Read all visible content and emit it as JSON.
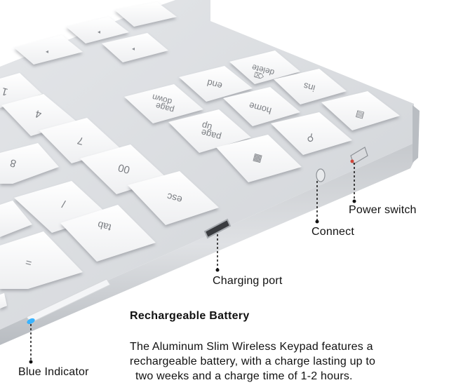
{
  "product": {
    "keys": {
      "delete": "delete",
      "end": "end",
      "ins": "ins",
      "page_down_line1": "page",
      "page_down_line2": "down",
      "home": "home",
      "page_up_line1": "page",
      "page_up_line2": "up",
      "esc": "esc",
      "tab": "tab",
      "double_zero": "00",
      "seven": "7",
      "four": "4",
      "one": "1",
      "eight": "8",
      "slash": "/",
      "equals": "="
    }
  },
  "callouts": {
    "power_switch": "Power switch",
    "connect": "Connect",
    "charging_port": "Charging port",
    "blue_indicator": "Blue Indicator"
  },
  "description": {
    "heading": "Rechargeable Battery",
    "lines": [
      "The Aluminum Slim Wireless Keypad features a",
      "rechargeable battery, with a charge lasting up to",
      "two weeks and a charge time of 1-2 hours."
    ]
  },
  "colors": {
    "indicator": "#39b3ff",
    "switch_dot": "#d0463a",
    "aluminum": "#c9ccd0",
    "key_face": "#f7f7f8"
  }
}
